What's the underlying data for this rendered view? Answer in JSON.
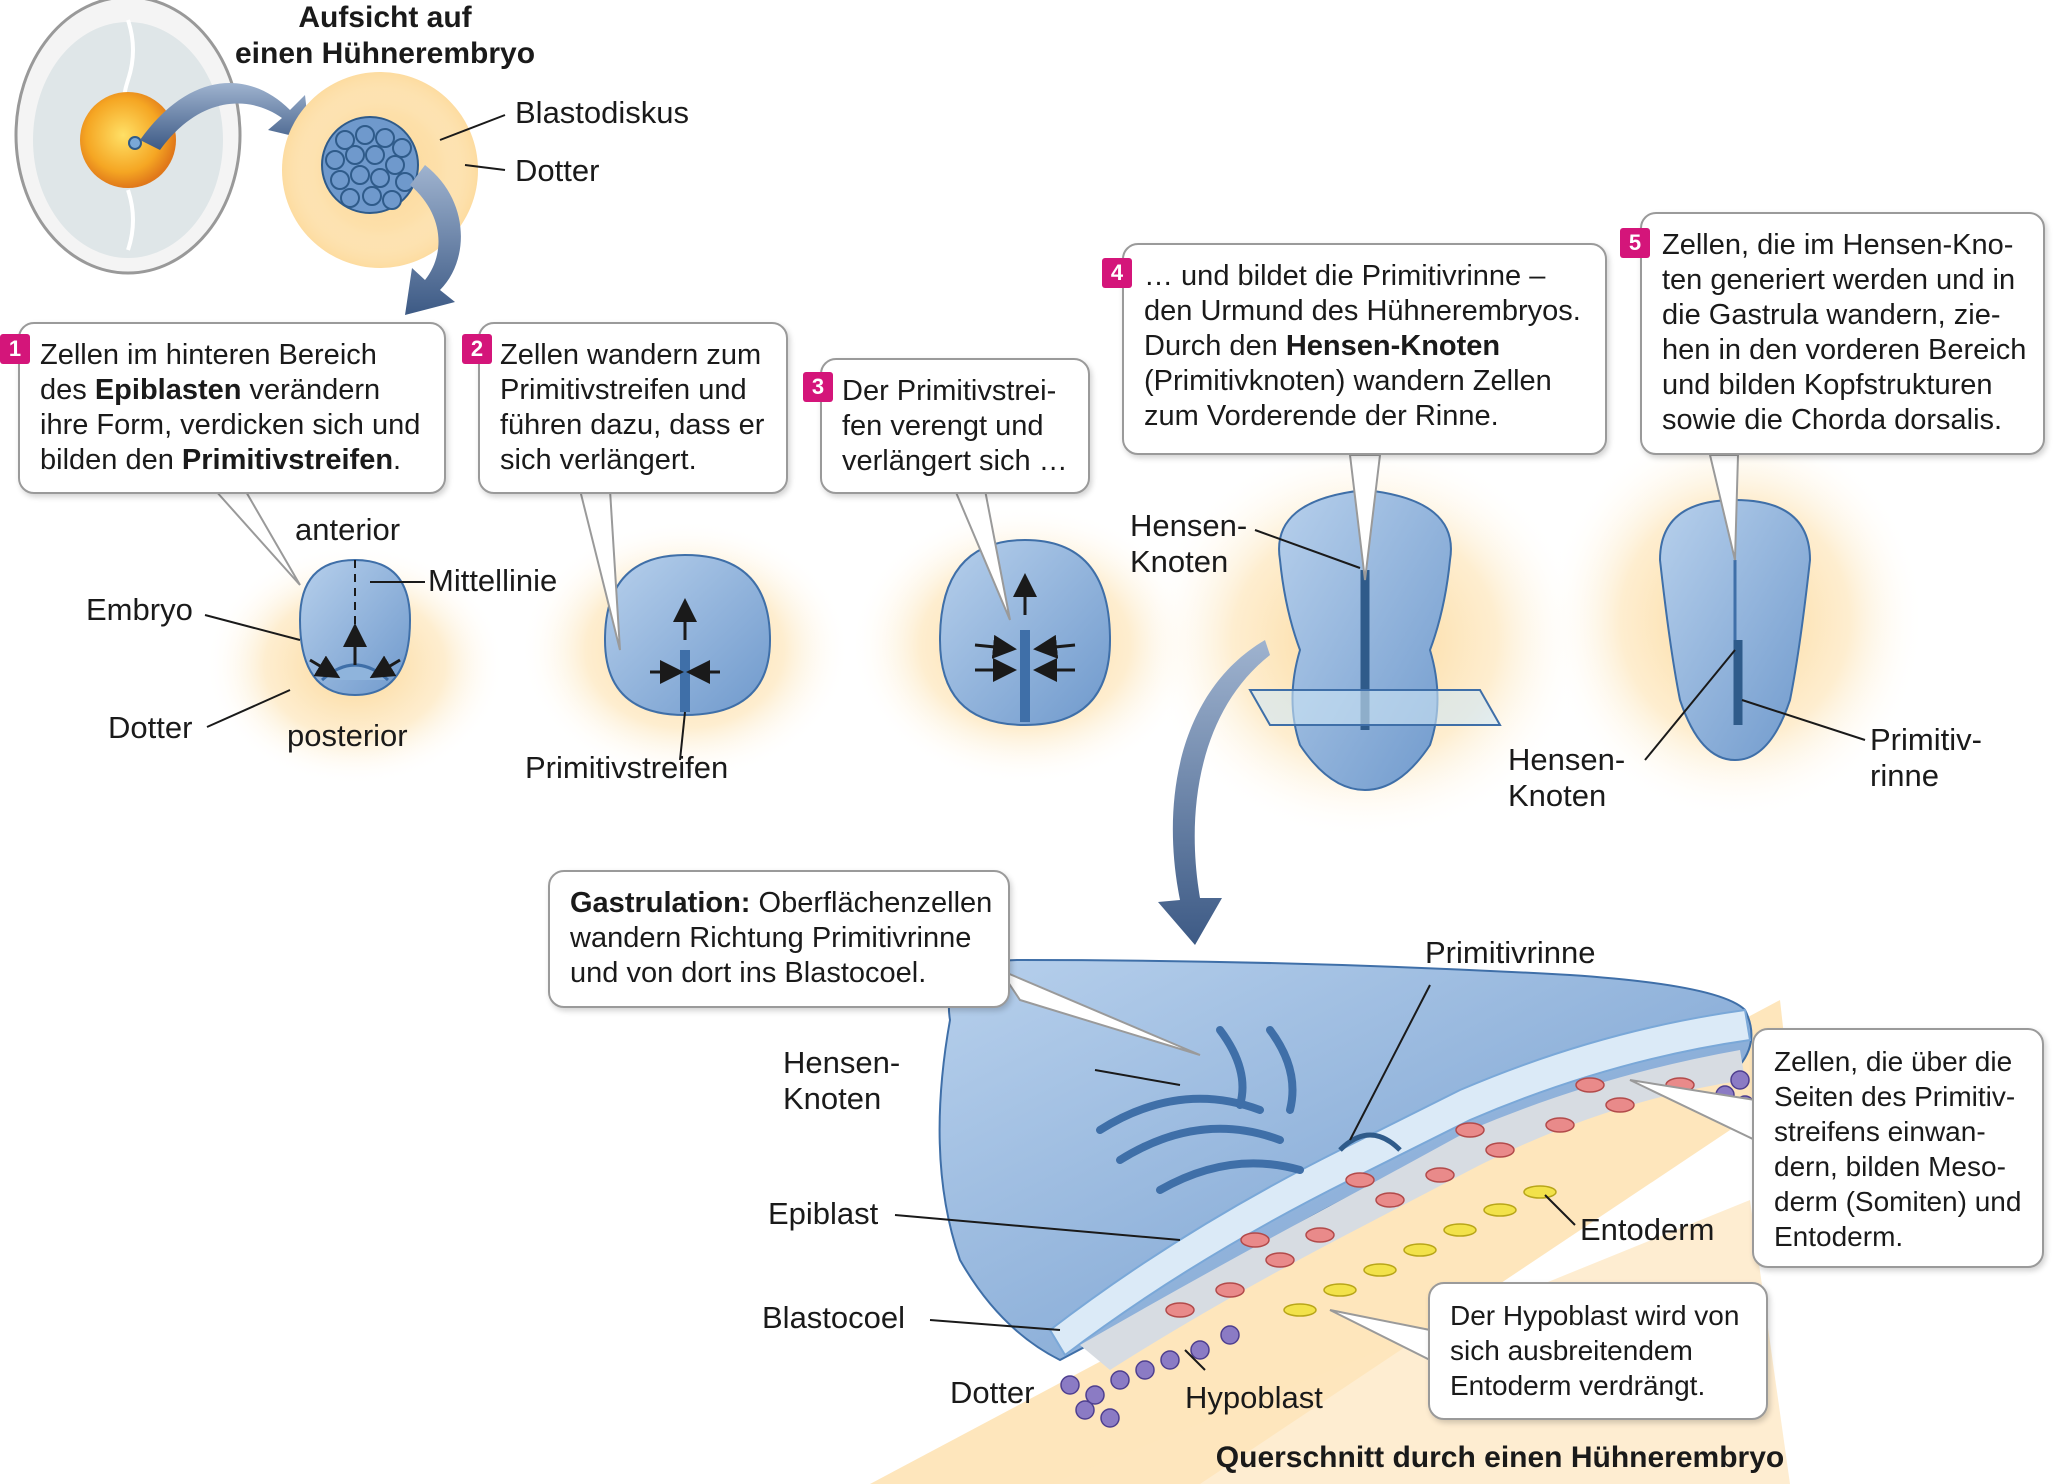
{
  "top": {
    "title_lines": [
      "Aufsicht auf",
      "einen Hühnerembryo"
    ],
    "blastodiskus": "Blastodiskus",
    "dotter": "Dotter"
  },
  "steps": {
    "s1": {
      "num": "1",
      "l1": "Zellen im hinteren Bereich",
      "l2a": "des ",
      "l2b": "Epiblasten",
      "l2c": " verändern",
      "l3": "ihre Form, verdicken sich und",
      "l4a": "bilden den ",
      "l4b": "Primitivstreifen",
      "l4c": "."
    },
    "s2": {
      "num": "2",
      "lines": [
        "Zellen wandern zum",
        "Primitivstreifen und",
        "führen dazu, dass er",
        "sich verlängert."
      ]
    },
    "s3": {
      "num": "3",
      "lines": [
        "Der Primitivstrei-",
        "fen verengt und",
        "verlängert sich …"
      ]
    },
    "s4": {
      "num": "4",
      "l1": "… und bildet die Primitivrinne –",
      "l2": "den Urmund des Hühnerembryos.",
      "l3a": "Durch den ",
      "l3b": "Hensen-Knoten",
      "l4": "(Primitivknoten) wandern Zellen",
      "l5": "zum Vorderende der Rinne."
    },
    "s5": {
      "num": "5",
      "lines": [
        "Zellen, die im Hensen-Kno-",
        "ten generiert werden und in",
        "die Gastrula wandern, zie-",
        "hen in den vorderen Bereich",
        "und bilden Kopfstrukturen",
        "sowie die Chorda dorsalis."
      ]
    }
  },
  "labels": {
    "anterior": "anterior",
    "mittellinie": "Mittellinie",
    "embryo": "Embryo",
    "dotter": "Dotter",
    "posterior": "posterior",
    "primitivstreifen": "Primitivstreifen",
    "hensen4_1": "Hensen-",
    "hensen4_2": "Knoten",
    "hensen5_1": "Hensen-",
    "hensen5_2": "Knoten",
    "primitiv5_1": "Primitiv-",
    "primitiv5_2": "rinne"
  },
  "cross": {
    "gastrulation_bold": "Gastrulation:",
    "gastrulation_l1": " Oberflächenzellen",
    "gastrulation_l2": "wandern Richtung Primitivrinne",
    "gastrulation_l3": "und von dort ins Blastocoel.",
    "primitivrinne": "Primitivrinne",
    "hensen1": "Hensen-",
    "hensen2": "Knoten",
    "epiblast": "Epiblast",
    "blastocoel": "Blastocoel",
    "dotter": "Dotter",
    "hypoblast": "Hypoblast",
    "entoderm": "Entoderm",
    "meso_lines": [
      "Zellen, die über die",
      "Seiten des Primitiv-",
      "streifens einwan-",
      "dern, bilden Meso-",
      "derm (Somiten) und",
      "Entoderm."
    ],
    "hypo_lines": [
      "Der Hypoblast wird von",
      "sich ausbreitendem",
      "Entoderm verdrängt."
    ],
    "title": "Querschnitt durch einen Hühnerembryo"
  },
  "colors": {
    "embryo": "#8fb4dc",
    "embryo_dark": "#3f6fa8",
    "yolk_glow": "#fbd38d",
    "accent": "#d4157a",
    "mesoderm": "#e98a8a",
    "hypoblast": "#f2e24a",
    "dotter_cells": "#8b7bc4"
  }
}
